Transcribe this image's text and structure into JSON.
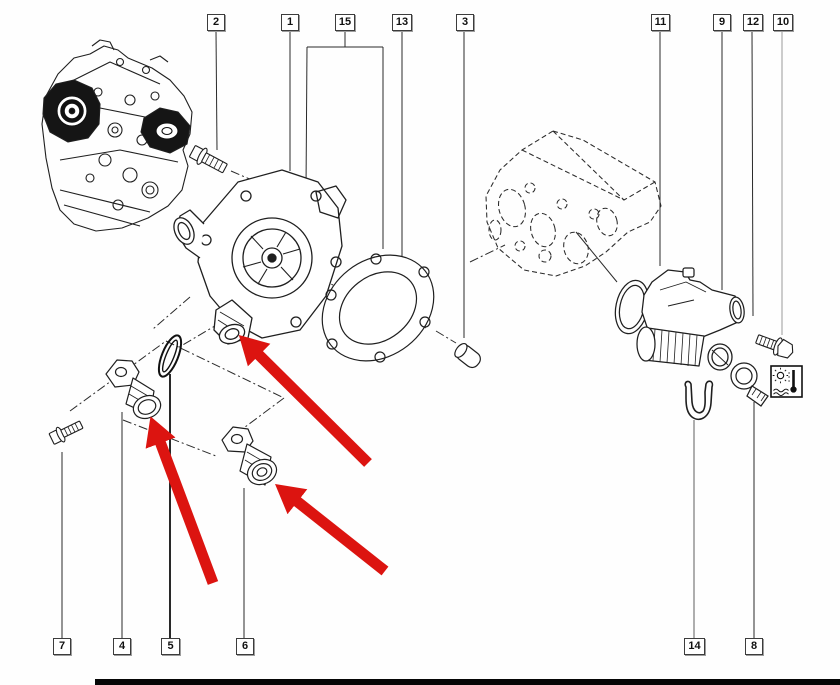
{
  "diagram": {
    "type": "exploded-parts-diagram",
    "subject": "engine cooling system: water pump, gasket, outlets and thermostat housing",
    "colors": {
      "background": "#ffffff",
      "line": "#1f1f1f",
      "leader_gray": "#9a9a9a",
      "arrow_red": "#dc1410",
      "bottom_bar": "#060606"
    },
    "icons": {
      "coolant_temperature_icon": "sun + thermometer + waves pictogram"
    },
    "callouts": {
      "top": [
        {
          "label": "2"
        },
        {
          "label": "1"
        },
        {
          "label": "15"
        },
        {
          "label": "13"
        },
        {
          "label": "3"
        },
        {
          "label": "11"
        },
        {
          "label": "9"
        },
        {
          "label": "12"
        },
        {
          "label": "10"
        }
      ],
      "bottom": [
        {
          "label": "7"
        },
        {
          "label": "4"
        },
        {
          "label": "5"
        },
        {
          "label": "6"
        },
        {
          "label": "14"
        },
        {
          "label": "8"
        }
      ]
    },
    "red_arrow_count": 3
  }
}
